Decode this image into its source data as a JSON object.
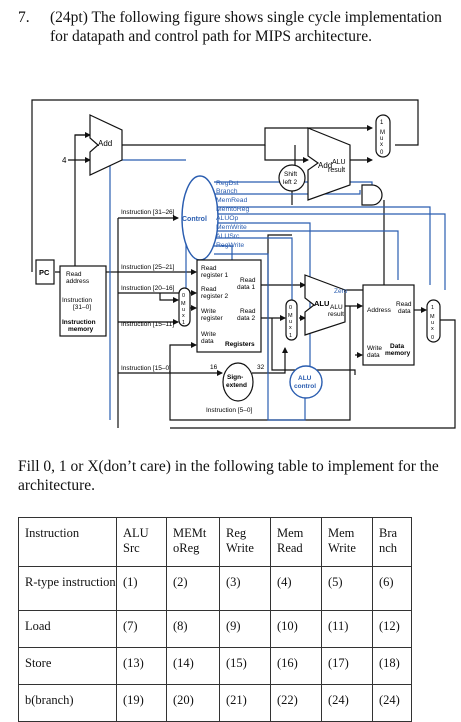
{
  "question": {
    "number": "7.",
    "text": "(24pt) The following figure shows single cycle implementation for datapath and control path for MIPS architecture."
  },
  "figure": {
    "add_label": "Add",
    "four_label": "4",
    "pc_label": "PC",
    "add_alu_label": "Add",
    "alu_result_label": "ALU\nresult",
    "shift_left_label": "Shift\nleft 2",
    "control_label": "Control",
    "control_signals": [
      "RegDst",
      "Branch",
      "MemRead",
      "MemtoReg",
      "ALUOp",
      "MemWrite",
      "ALUSrc",
      "RegWrite"
    ],
    "instr_31_26": "Instruction [31–26]",
    "instr_25_21": "Instruction [25–21]",
    "instr_20_16": "Instruction [20–16]",
    "instr_15_11": "Instruction [15–11]",
    "instr_15_0": "Instruction [15–0]",
    "instr_5_0": "Instruction [5–0]",
    "imem_read_address": "Read\naddress",
    "imem_instruction": "Instruction\n[31–0]",
    "imem_title": "Instruction\nmemory",
    "reg_read1": "Read\nregister 1",
    "reg_read2": "Read\nregister 2",
    "reg_write_reg": "Write\nregister",
    "reg_write_data": "Write\ndata",
    "reg_read_data1": "Read\ndata 1",
    "reg_read_data2": "Read\ndata 2",
    "reg_title": "Registers",
    "sign_extend": "Sign-\nextend",
    "sign_in_bits": "16",
    "sign_out_bits": "32",
    "alu_label": "ALU",
    "zero_label": "Zero",
    "alu_result": "ALU\nresult",
    "alu_control": "ALU\ncontrol",
    "dmem_address": "Address",
    "dmem_read_data": "Read\ndata",
    "dmem_write_data": "Write\ndata",
    "dmem_title": "Data\nmemory",
    "mux_label": "M\nu\nx",
    "mux_zero": "0",
    "mux_one": "1"
  },
  "instruction_text": "Fill 0, 1 or X(don’t care) in the following table to implement for the architecture.",
  "table": {
    "headers": [
      "Instruction",
      "ALU Src",
      "MEMt oReg",
      "Reg Write",
      "Mem Read",
      "Mem Write",
      "Bra nch"
    ],
    "rows": [
      [
        "R-type instruction",
        "(1)",
        "(2)",
        "(3)",
        "(4)",
        "(5)",
        "(6)"
      ],
      [
        "Load",
        "(7)",
        "(8)",
        "(9)",
        "(10)",
        "(11)",
        "(12)"
      ],
      [
        "Store",
        "(13)",
        "(14)",
        "(15)",
        "(16)",
        "(17)",
        "(18)"
      ],
      [
        "b(branch)",
        "(19)",
        "(20)",
        "(21)",
        "(22)",
        "(24)",
        "(24)"
      ]
    ]
  },
  "colors": {
    "control_line": "#2a5db0",
    "datapath": "#111111"
  }
}
